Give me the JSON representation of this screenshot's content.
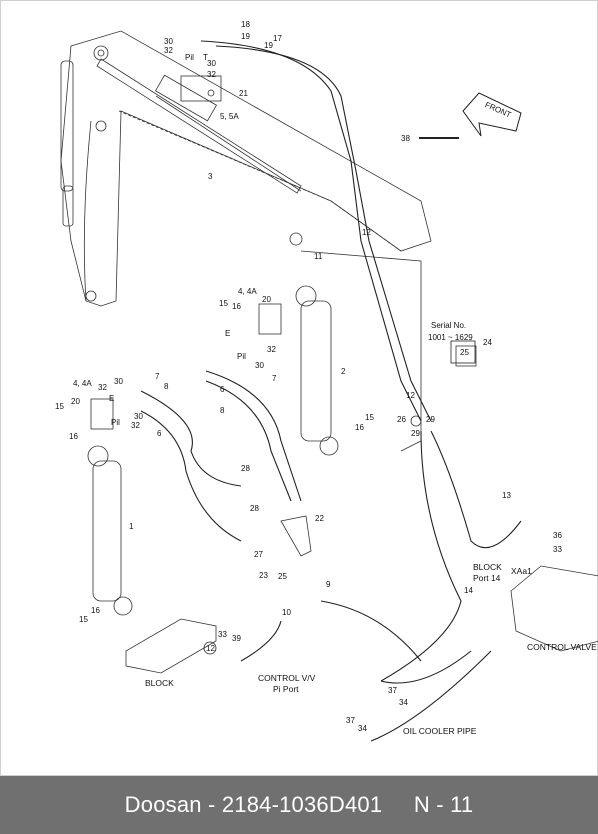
{
  "diagram": {
    "front_label": "FRONT",
    "serial": {
      "title": "Serial No.",
      "range": "1001 ~ 1629"
    },
    "captions": {
      "block_left": "BLOCK",
      "block_port": "BLOCK",
      "port14": "Port 14",
      "control_vv": "CONTROL V/V",
      "pi_port": "Pi Port",
      "control_valve": "CONTROL VALVE",
      "oil_cooler_pipe": "OIL COOLER PIPE",
      "xaa1": "XAa1"
    },
    "part_numbers": {
      "p1": "1",
      "p2": "2",
      "p3": "3",
      "p5_5a": "5, 5A",
      "p6a": "6",
      "p6b": "6",
      "p7a": "7",
      "p7b": "7",
      "p8a": "8",
      "p8b": "8",
      "p9": "9",
      "p10": "10",
      "p11": "11",
      "p12a": "12",
      "p12b": "12",
      "p14": "14",
      "p15a": "15",
      "p15b": "15",
      "p15c": "15",
      "p15d": "15",
      "p16a": "16",
      "p16b": "16",
      "p16c": "16",
      "p16d": "16",
      "p17": "17",
      "p18": "18",
      "p19a": "19",
      "p19b": "19",
      "p20a": "20",
      "p20b": "20",
      "p21": "21",
      "p22": "22",
      "p23": "23",
      "p24": "24",
      "p25a": "25",
      "p25b": "25",
      "p26": "26",
      "p27": "27",
      "p28a": "28",
      "p28b": "28",
      "p29a": "29",
      "p29b": "29",
      "p30a": "30",
      "p30b": "30",
      "p30c": "30",
      "p30d": "30",
      "p30e": "30",
      "p32a": "32",
      "p32b": "32",
      "p32c": "32",
      "p32d": "32",
      "p32e": "32",
      "p33a": "33",
      "p33b": "33",
      "p34a": "34",
      "p34b": "34",
      "p36": "36",
      "p37a": "37",
      "p37b": "37",
      "p38": "38",
      "p39": "39",
      "p44a": "4, 4A",
      "p44b": "4, 4A",
      "pilA": "Pil",
      "pilB": "Pil",
      "pilC": "Pil",
      "t": "T",
      "eA": "E",
      "eB": "E"
    }
  },
  "footer": {
    "brand": "Doosan",
    "sep": " - ",
    "part_code": "2184-1036D401",
    "page": "N - 11"
  }
}
